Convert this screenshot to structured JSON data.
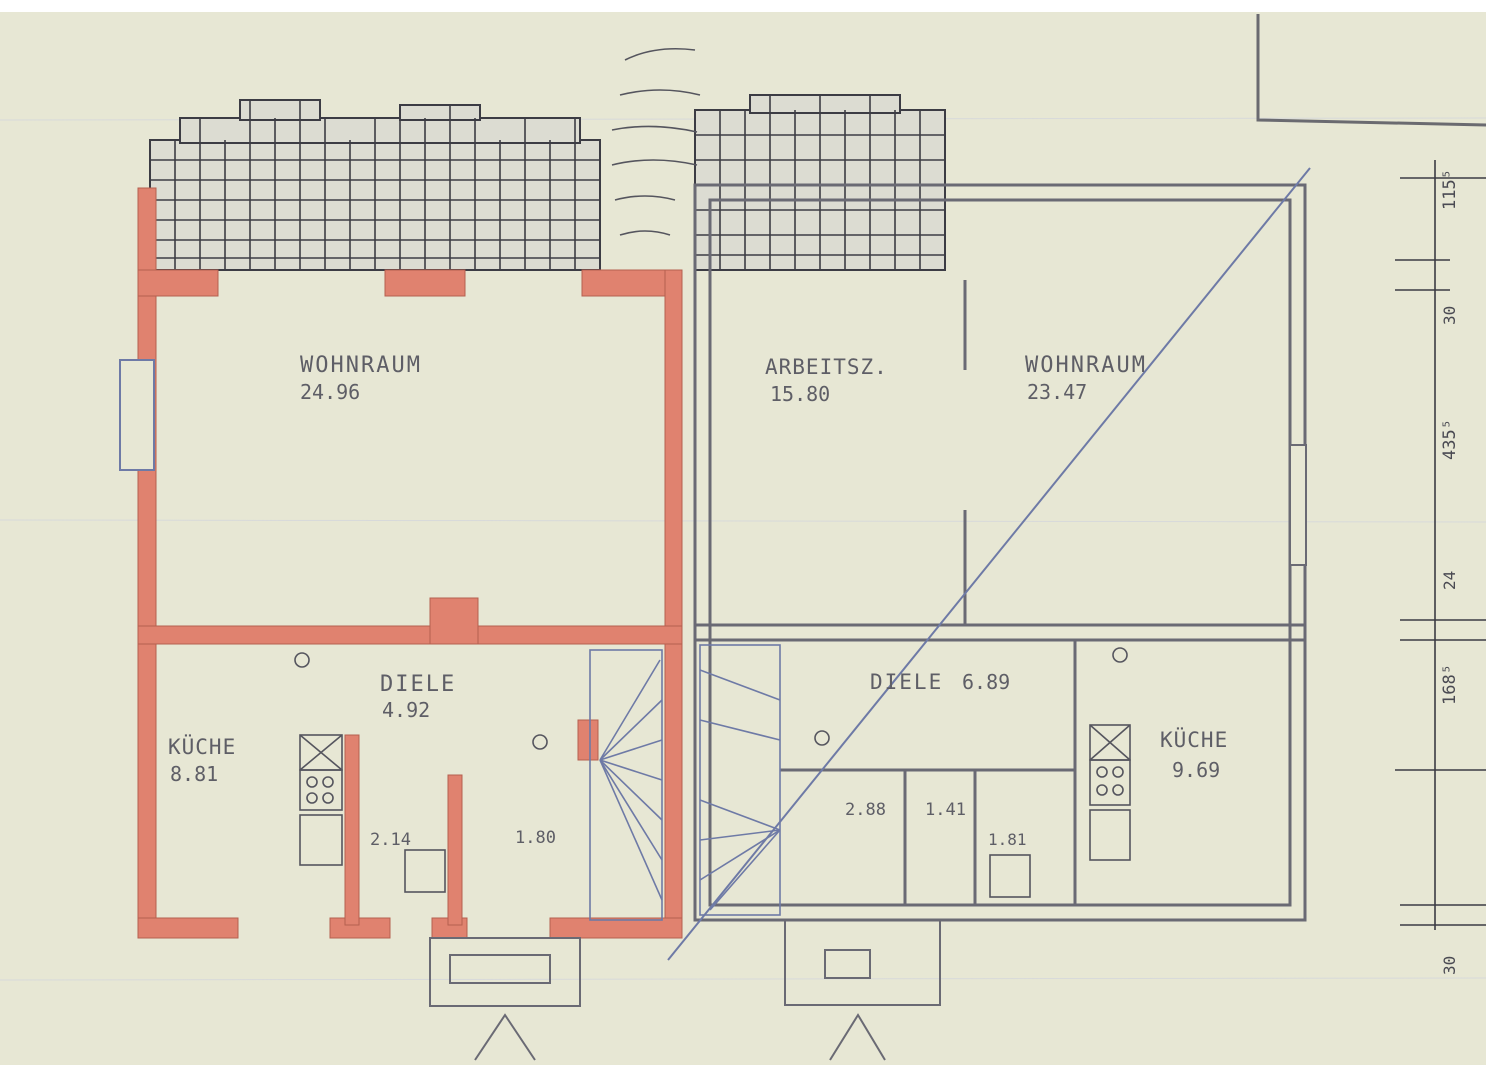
{
  "plan": {
    "colors": {
      "paper": "#e7e7d4",
      "highlight_wall": "#e0826f",
      "pencil": "#55555e",
      "blue_line": "#6e7aa6"
    },
    "left_unit": {
      "rooms": [
        {
          "name": "WOHNRAUM",
          "area": "24.96"
        },
        {
          "name": "DIELE",
          "area": "4.92"
        },
        {
          "name": "KÜCHE",
          "area": "8.81"
        },
        {
          "name": "",
          "area": "2.14"
        },
        {
          "name": "",
          "area": "1.80"
        }
      ]
    },
    "right_unit": {
      "rooms": [
        {
          "name": "ARBEITSZ.",
          "area": "15.80"
        },
        {
          "name": "WOHNRAUM",
          "area": "23.47"
        },
        {
          "name": "DIELE",
          "area": "6.89"
        },
        {
          "name": "KÜCHE",
          "area": "9.69"
        },
        {
          "name": "",
          "area": "2.88"
        },
        {
          "name": "",
          "area": "1.41"
        },
        {
          "name": "",
          "area": "1.81"
        }
      ]
    },
    "dimensions": {
      "vertical_chain": [
        "115⁵",
        "30",
        "435⁵",
        "24",
        "168⁵",
        "30"
      ]
    }
  }
}
